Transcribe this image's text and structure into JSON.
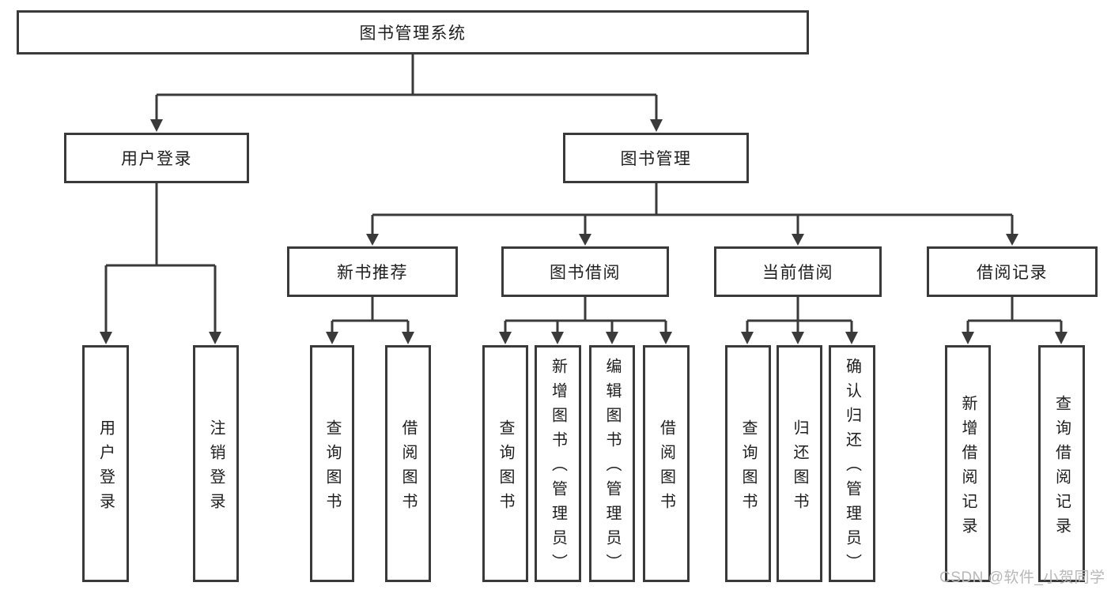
{
  "diagram": {
    "root": {
      "label": "图书管理系统"
    },
    "branches": [
      {
        "label": "用户登录",
        "children": [
          {
            "label": "用户登录"
          },
          {
            "label": "注销登录"
          }
        ]
      },
      {
        "label": "图书管理",
        "children": [
          {
            "label": "新书推荐",
            "children": [
              {
                "label": "查询图书"
              },
              {
                "label": "借阅图书"
              }
            ]
          },
          {
            "label": "图书借阅",
            "children": [
              {
                "label": "查询图书"
              },
              {
                "label": "新增图书（管理员）"
              },
              {
                "label": "编辑图书（管理员）"
              },
              {
                "label": "借阅图书"
              }
            ]
          },
          {
            "label": "当前借阅",
            "children": [
              {
                "label": "查询图书"
              },
              {
                "label": "归还图书"
              },
              {
                "label": "确认归还（管理员）"
              }
            ]
          },
          {
            "label": "借阅记录",
            "children": [
              {
                "label": "新增借阅记录"
              },
              {
                "label": "查询借阅记录"
              }
            ]
          }
        ]
      }
    ],
    "watermark": "CSDN @软件_小贺同学",
    "colors": {
      "line": "#3a3a3a",
      "box_border": "#3a3a3a",
      "text": "#1e1e1e",
      "watermark": "#b8b8b8",
      "background": "#ffffff"
    }
  }
}
